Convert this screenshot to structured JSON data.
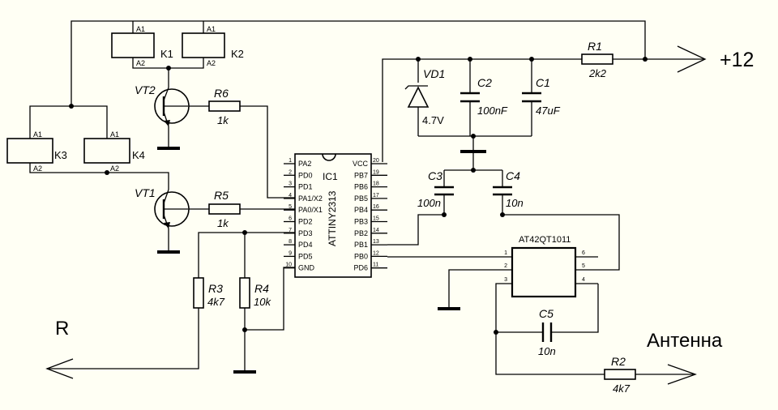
{
  "power": {
    "label": "+12"
  },
  "outputs": {
    "r_label": "R",
    "antenna_label": "Антенна"
  },
  "relays": [
    {
      "ref": "K1",
      "a1": "A1",
      "a2": "A2"
    },
    {
      "ref": "K2",
      "a1": "A1",
      "a2": "A2"
    },
    {
      "ref": "K3",
      "a1": "A1",
      "a2": "A2"
    },
    {
      "ref": "K4",
      "a1": "A1",
      "a2": "A2"
    }
  ],
  "transistors": [
    {
      "ref": "VT2"
    },
    {
      "ref": "VT1"
    }
  ],
  "resistors": {
    "r1": {
      "ref": "R1",
      "value": "2k2"
    },
    "r2": {
      "ref": "R2",
      "value": "4k7"
    },
    "r3": {
      "ref": "R3",
      "value": "4k7"
    },
    "r4": {
      "ref": "R4",
      "value": "10k"
    },
    "r5": {
      "ref": "R5",
      "value": "1k"
    },
    "r6": {
      "ref": "R6",
      "value": "1k"
    }
  },
  "capacitors": {
    "c1": {
      "ref": "C1",
      "value": "47uF"
    },
    "c2": {
      "ref": "C2",
      "value": "100nF"
    },
    "c3": {
      "ref": "C3",
      "value": "100n"
    },
    "c4": {
      "ref": "C4",
      "value": "10n"
    },
    "c5": {
      "ref": "C5",
      "value": "10n"
    }
  },
  "diode": {
    "ref": "VD1",
    "value": "4.7V"
  },
  "ic1": {
    "ref": "IC1",
    "part": "ATTINY2313",
    "left_pins": [
      {
        "num": "1",
        "name": "PA2"
      },
      {
        "num": "2",
        "name": "PD0"
      },
      {
        "num": "3",
        "name": "PD1"
      },
      {
        "num": "4",
        "name": "PA1/X2"
      },
      {
        "num": "5",
        "name": "PA0/X1"
      },
      {
        "num": "6",
        "name": "PD2"
      },
      {
        "num": "7",
        "name": "PD3"
      },
      {
        "num": "8",
        "name": "PD4"
      },
      {
        "num": "9",
        "name": "PD5"
      },
      {
        "num": "10",
        "name": "GND"
      }
    ],
    "right_pins": [
      {
        "num": "20",
        "name": "VCC"
      },
      {
        "num": "19",
        "name": "PB7"
      },
      {
        "num": "18",
        "name": "PB6"
      },
      {
        "num": "17",
        "name": "PB5"
      },
      {
        "num": "16",
        "name": "PB4"
      },
      {
        "num": "15",
        "name": "PB3"
      },
      {
        "num": "14",
        "name": "PB2"
      },
      {
        "num": "13",
        "name": "PB1"
      },
      {
        "num": "12",
        "name": "PB0"
      },
      {
        "num": "11",
        "name": "PD6"
      }
    ]
  },
  "sensor": {
    "part": "AT42QT1011",
    "left_pins": [
      "1",
      "2",
      "3"
    ],
    "right_pins": [
      "6",
      "5",
      "4"
    ]
  }
}
